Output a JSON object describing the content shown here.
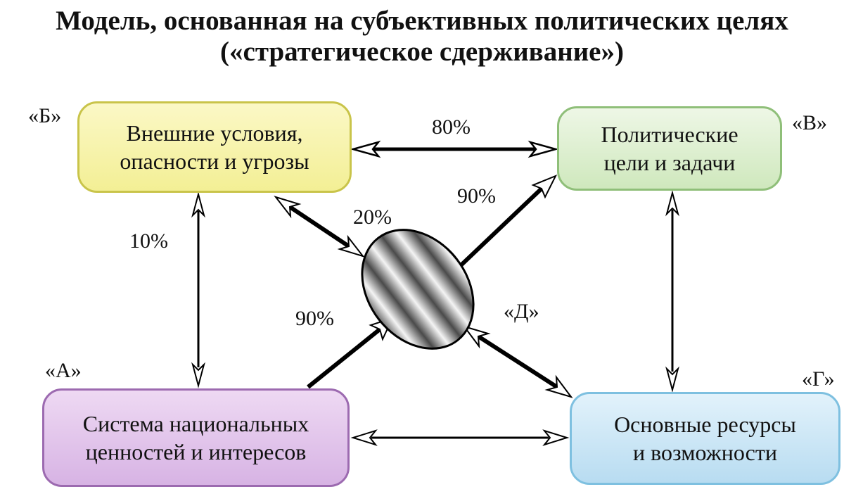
{
  "title": {
    "line1": "Модель, основанная на субъективных политических целях",
    "line2": "(«стратегическое сдерживание»)"
  },
  "nodes": {
    "b": {
      "tag": "«Б»",
      "text": "Внешние условия,\nопасности и угрозы",
      "color": "#f3ef95"
    },
    "v": {
      "tag": "«В»",
      "text": "Политические\nцели и задачи",
      "color": "#cfe8bd"
    },
    "a": {
      "tag": "«А»",
      "text": "Система национальных\nценностей и интересов",
      "color": "#d7b3e4"
    },
    "g": {
      "tag": "«Г»",
      "text": "Основные ресурсы\nи возможности",
      "color": "#b8dcf1"
    },
    "d": {
      "tag": "«Д»"
    }
  },
  "edges": {
    "b_v": "80%",
    "b_a": "10%",
    "b_d": "20%",
    "d_v": "90%",
    "a_d": "90%"
  }
}
